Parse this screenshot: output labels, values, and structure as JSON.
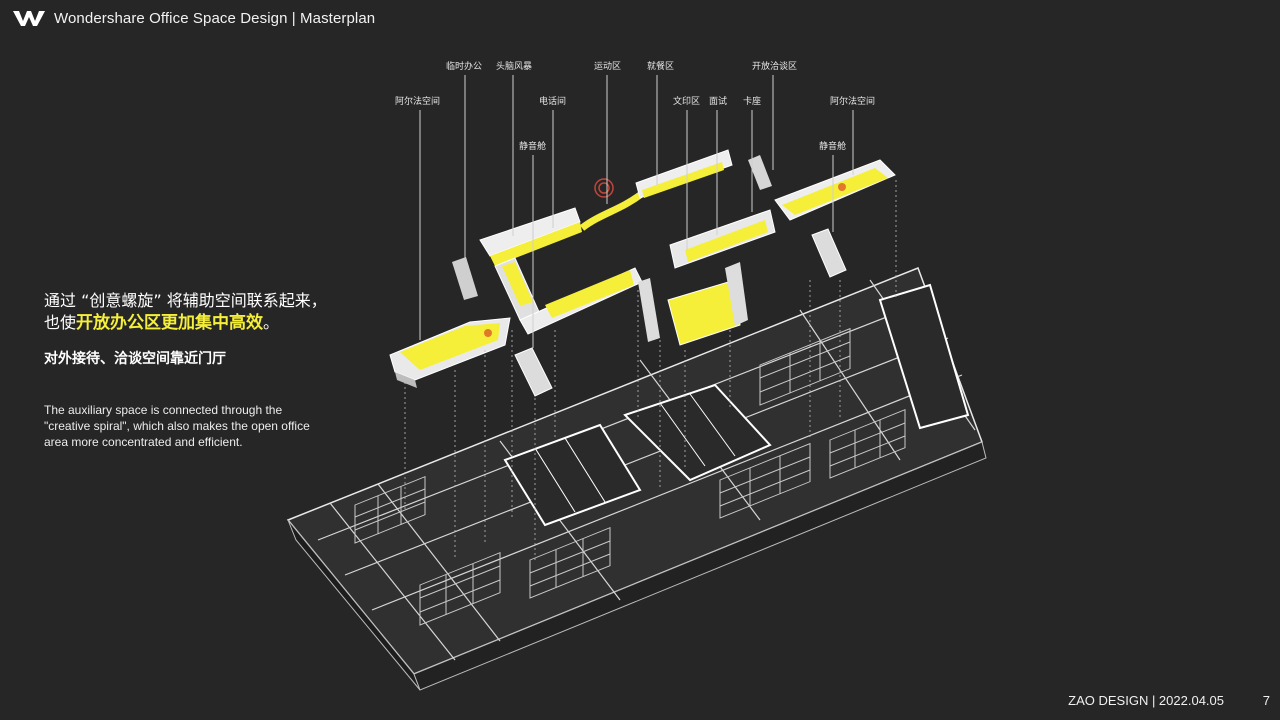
{
  "header": {
    "title": "Wondershare Office Space Design | Masterplan"
  },
  "text": {
    "cn_line1_a": "通过",
    "cn_line1_quote": "“创意螺旋”",
    "cn_line1_b": "将辅助空间联系起来，",
    "cn_line2_a": "也使",
    "cn_line2_highlight": "开放办公区更加集中高效",
    "cn_line2_b": "。",
    "cn_sub": "对外接待、洽谈空间靠近门厅",
    "en_desc": "The auxiliary space is connected through the \"creative spiral\", which also makes the open office area more concentrated and efficient."
  },
  "labels": {
    "alpha_left": "阿尔法空间",
    "temp_office": "临时办公",
    "brainstorm": "头脑风暴",
    "phone_room": "电话间",
    "quiet_pod_left": "静音舱",
    "sports": "运动区",
    "dining": "就餐区",
    "print": "文印区",
    "interview": "面试",
    "booth": "卡座",
    "open_talk": "开放洽谈区",
    "alpha_right": "阿尔法空间",
    "quiet_pod_right": "静音舱"
  },
  "footer": {
    "credit": "ZAO DESIGN | 2022.04.05",
    "page": "7"
  },
  "colors": {
    "background": "#262626",
    "accent_yellow": "#f5ef3a",
    "text": "#ffffff"
  }
}
